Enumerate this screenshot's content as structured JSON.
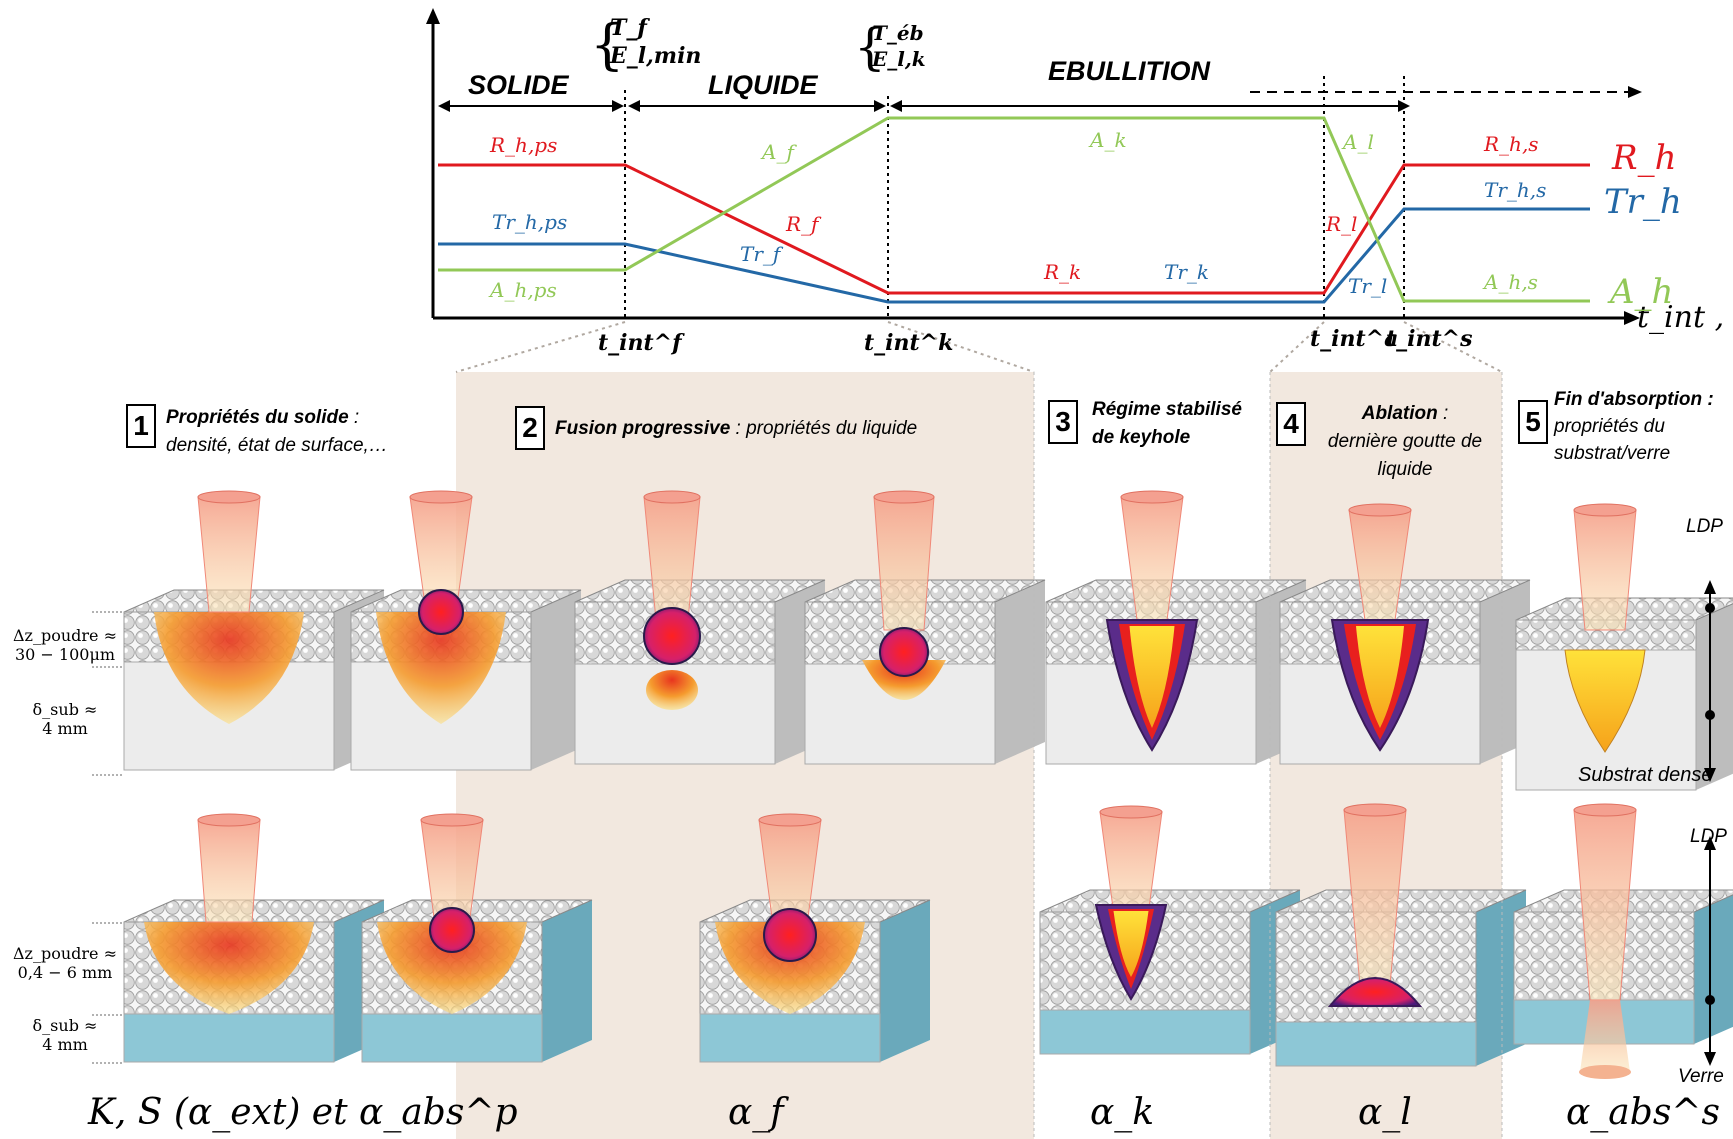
{
  "timeline": {
    "phases": {
      "solide": "SOLIDE",
      "liquide": "LIQUIDE",
      "ebullition": "EBULLITION"
    },
    "brace_fusion": {
      "line1": "T_f",
      "line2": "E_l,min"
    },
    "brace_boil": {
      "line1": "T_éb",
      "line2": "E_l,k"
    },
    "axis_label": "t_int , T",
    "ticks": {
      "f": "t_int^f",
      "k": "t_int^k",
      "a": "t_int^a",
      "s": "t_int^s"
    },
    "curve_labels": {
      "rh_ps": "R_h,ps",
      "trh_ps": "Tr_h,ps",
      "ah_ps": "A_h,ps",
      "af": "A_f",
      "rf": "R_f",
      "trf": "Tr_f",
      "ak": "A_k",
      "rk": "R_k",
      "trk": "Tr_k",
      "al": "A_l",
      "rl": "R_l",
      "trl": "Tr_l",
      "rhs": "R_h,s",
      "trhs": "Tr_h,s",
      "ahs": "A_h,s",
      "rh": "R_h",
      "trh": "Tr_h",
      "ah": "A_h"
    },
    "colors": {
      "reflect": "#e0191f",
      "transmit": "#2368a6",
      "absorb": "#92c857",
      "panel": "#f2e8df",
      "substrate_dense": "#ececec",
      "substrate_glass": "#8dc7d6"
    }
  },
  "stages": [
    {
      "number": "1",
      "title": "Propriétés du solide",
      "colon": " :",
      "text": "densité, état de surface,…",
      "alpha": "K, S (α_ext) et α_abs^p"
    },
    {
      "number": "2",
      "title": "Fusion progressive",
      "colon": " : propriétés du liquide",
      "alpha": "α_f"
    },
    {
      "number": "3",
      "title": "Régime stabilisé",
      "title2": "de keyhole",
      "alpha": "α_k"
    },
    {
      "number": "4",
      "title": "Ablation",
      "colon": " :",
      "text": "dernière goutte de",
      "text2": "liquide",
      "alpha": "α_l"
    },
    {
      "number": "5",
      "title": "Fin d'absorption :",
      "text": "propriétés du",
      "text2": "substrat/verre",
      "alpha": "α_abs^s"
    }
  ],
  "dimensions": {
    "dz_top_line1": "Δz_poudre ≈",
    "dz_top_line2": "30 − 100μm",
    "dsub_top_line1": "δ_sub ≈",
    "dsub_top_line2": "4 mm",
    "dz_bot_line1": "Δz_poudre ≈",
    "dz_bot_line2": "0,4 − 6 mm",
    "dsub_bot_line1": "δ_sub ≈",
    "dsub_bot_line2": "4 mm"
  },
  "side_labels": {
    "ldp_top": "LDP",
    "substrat": "Substrat dense",
    "ldp_bot": "LDP",
    "verre": "Verre"
  }
}
